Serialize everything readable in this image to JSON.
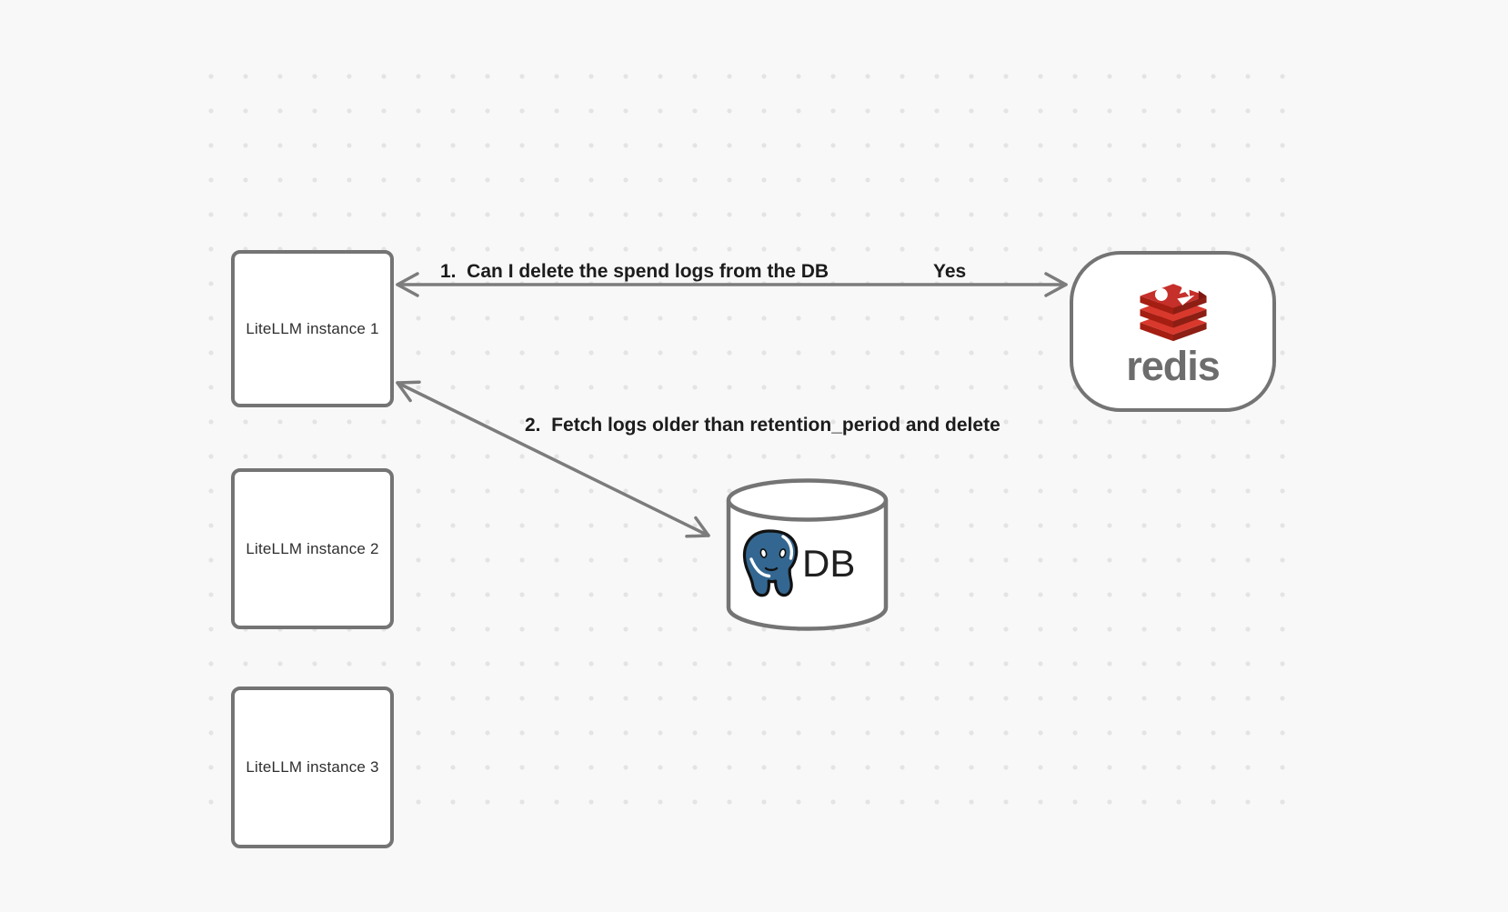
{
  "canvas": {
    "background": "#f8f8f8",
    "grid_dot_color": "#e4e4e4"
  },
  "nodes": {
    "instance1": {
      "label": "LiteLLM instance 1"
    },
    "instance2": {
      "label": "LiteLLM instance 2"
    },
    "instance3": {
      "label": "LiteLLM instance 3"
    },
    "redis": {
      "label": "redis",
      "logo": "redis-logo"
    },
    "db": {
      "label": "DB",
      "logo": "postgresql-logo"
    }
  },
  "edges": {
    "edge1": {
      "label": "1.  Can I delete the spend logs from the DB",
      "reply": "Yes",
      "from": "LiteLLM instance 1",
      "to": "redis",
      "direction": "bidirectional"
    },
    "edge2": {
      "label": "2.  Fetch logs older than retention_period and delete",
      "from": "LiteLLM instance 1",
      "to": "DB",
      "direction": "bidirectional"
    }
  },
  "colors": {
    "node_border": "#747474",
    "node_fill": "#ffffff",
    "arrow": "#7c7c7c",
    "edge_label_text": "#1c1c1c",
    "node_text": "#2e2e2e",
    "redis_red_top": "#d9382d",
    "redis_red_side": "#a41e11",
    "redis_red_dark": "#7e1710",
    "redis_wordmark": "#6d6d6d",
    "postgres_blue": "#336791",
    "db_text": "#1f1f1f"
  }
}
